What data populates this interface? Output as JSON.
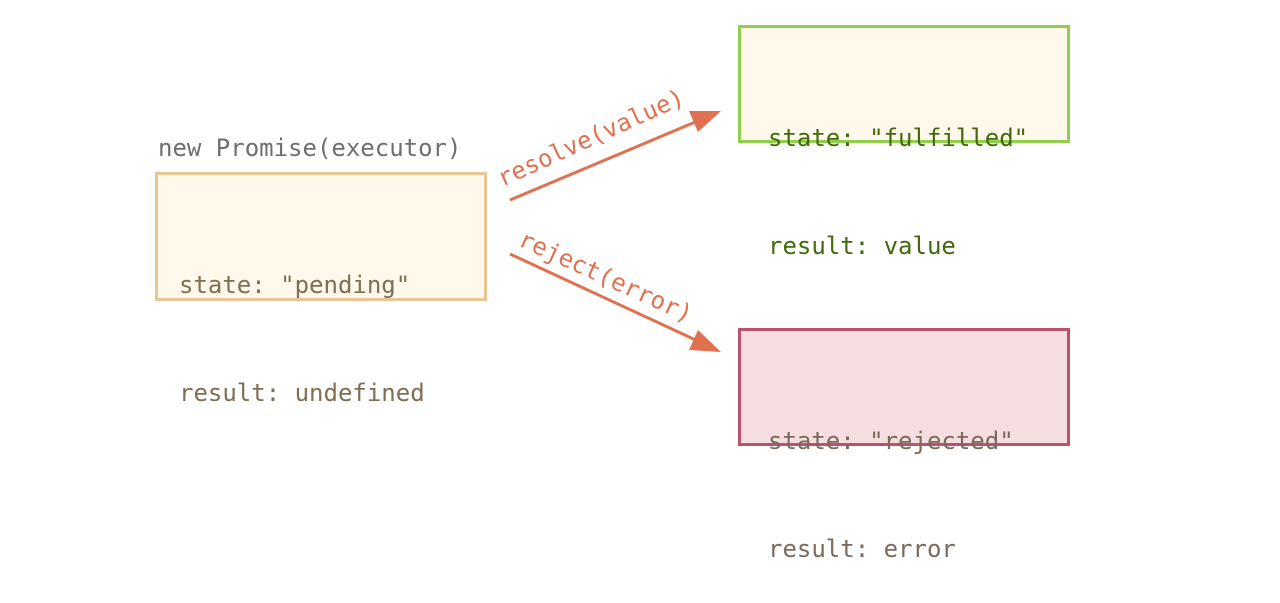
{
  "caption": "new Promise(executor)",
  "pending": {
    "line1": "state: \"pending\"",
    "line2": "result: undefined"
  },
  "fulfilled": {
    "line1": "state: \"fulfilled\"",
    "line2": "result: value"
  },
  "rejected": {
    "line1": "state: \"rejected\"",
    "line2": "result: error"
  },
  "arrows": {
    "resolve_label": "resolve(value)",
    "reject_label": "reject(error)"
  },
  "colors": {
    "arrow": "#e07150",
    "pending_border": "#e7c795",
    "fulfilled_border": "#8fcf4c",
    "rejected_border": "#b9536d",
    "box_fill": "#fff8eb",
    "rejected_fill": "#f5dde0"
  }
}
